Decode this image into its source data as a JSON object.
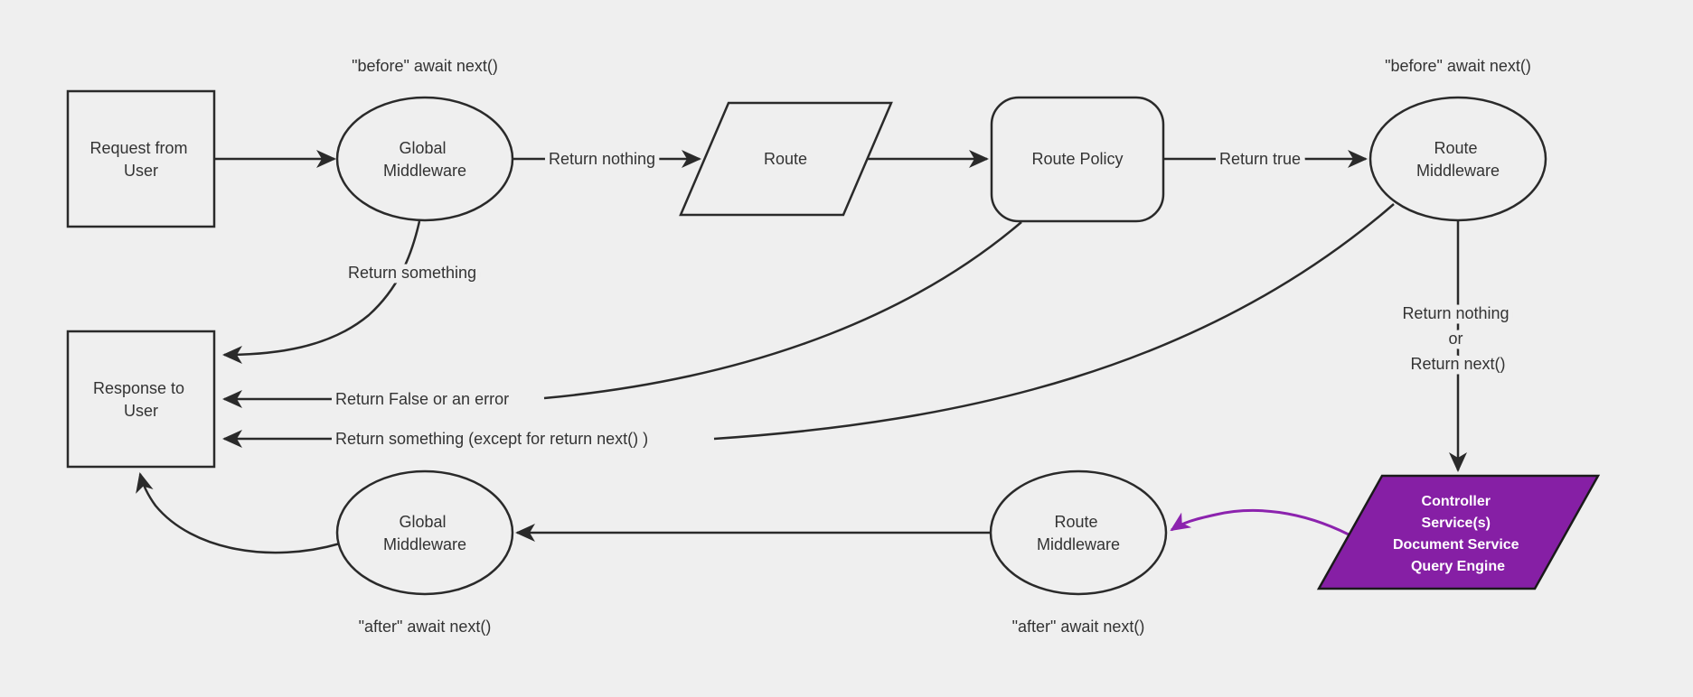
{
  "diagram": {
    "type": "flowchart",
    "background_color": "#efefef",
    "node_fill_color": "#efefef",
    "line_color": "#2a2a2a",
    "text_color": "#333333",
    "highlight_fill_color": "#861fa5",
    "highlight_arrow_color": "#8c23ae",
    "highlight_text_color": "#ffffff"
  },
  "nodes": {
    "request": {
      "shape": "rectangle",
      "line1": "Request from",
      "line2": "User"
    },
    "global_middleware_top": {
      "shape": "ellipse",
      "line1": "Global",
      "line2": "Middleware"
    },
    "route": {
      "shape": "parallelogram",
      "line1": "Route"
    },
    "route_policy": {
      "shape": "rounded-rectangle",
      "line1": "Route Policy"
    },
    "route_middleware_top": {
      "shape": "ellipse",
      "line1": "Route",
      "line2": "Middleware"
    },
    "controller_services": {
      "shape": "parallelogram",
      "line1": "Controller",
      "line2": "Service(s)",
      "line3": "Document Service",
      "line4": "Query Engine"
    },
    "route_middleware_bottom": {
      "shape": "ellipse",
      "line1": "Route",
      "line2": "Middleware"
    },
    "global_middleware_bottom": {
      "shape": "ellipse",
      "line1": "Global",
      "line2": "Middleware"
    },
    "response": {
      "shape": "rectangle",
      "line1": "Response to",
      "line2": "User"
    }
  },
  "annotations": {
    "before_await_left": "\"before\" await next()",
    "before_await_right": "\"before\" await next()",
    "after_await_left": "\"after\" await next()",
    "after_await_right": "\"after\" await next()"
  },
  "edge_labels": {
    "return_nothing": "Return nothing",
    "return_true": "Return true",
    "return_something": "Return something",
    "return_false_or_error": "Return False or an error",
    "return_something_except": "Return something (except for return next() )",
    "return_nothing_or_next_line1": "Return nothing",
    "return_nothing_or_next_line2": "or",
    "return_nothing_or_next_line3": "Return next()"
  }
}
